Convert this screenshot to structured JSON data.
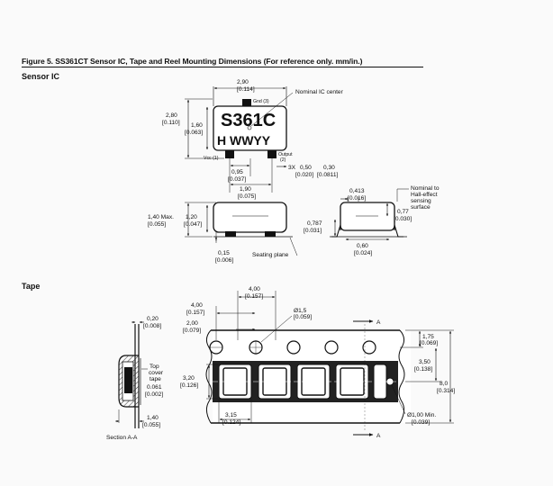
{
  "figure": {
    "title": "Figure 5. SS361CT Sensor IC, Tape and Reel Mounting Dimensions (For reference only. mm/in.)"
  },
  "sections": {
    "sensor_ic": "Sensor IC",
    "tape": "Tape"
  },
  "ic_top_view": {
    "marking_line1": "S361C",
    "marking_line2": "H WWYY",
    "width_mm": "2,90",
    "width_in": "[0.114]",
    "height_mm": "2,80",
    "height_in": "[0.110]",
    "body_height_mm": "1,60",
    "body_height_in": "[0.063]",
    "pin_gnd": "Gnd (3)",
    "pin_vcc": "Vcc (1)",
    "pin_output": "Output",
    "pin_output_num": "(2)",
    "nominal_center": "Nominal IC center",
    "pitch_mm": "0,95",
    "pitch_in": "[0.037]",
    "span_mm": "1,90",
    "span_in": "[0.075]",
    "lead_count": "3X",
    "lead_a_mm": "0,50",
    "lead_a_in": "[0.020]",
    "lead_b_mm": "0,30",
    "lead_b_in": "[0.0811]"
  },
  "ic_side_view": {
    "max_height_label": "1,40 Max.",
    "max_height_in": "[0.055]",
    "body_h_mm": "1,20",
    "body_h_in": "[0.047]",
    "standoff_mm": "0,15",
    "standoff_in": "[0.006]",
    "seating_plane": "Seating plane"
  },
  "ic_end_view": {
    "top_mm": "0,413",
    "top_in": "[0.016]",
    "lead_mm": "0,787",
    "lead_in": "[0.031]",
    "sense_mm": "0,77",
    "sense_in": "[0.030]",
    "foot_mm": "0,60",
    "foot_in": "[0.024]",
    "nominal_hall": [
      "Nominal to",
      "Hall-effect",
      "sensing",
      "surface"
    ]
  },
  "tape_view": {
    "pitch_mm": "4,00",
    "pitch_in": "[0.157]",
    "pitch2_mm": "4,00",
    "pitch2_in": "[0.157]",
    "pitch3_mm": "2,00",
    "pitch3_in": "[0.079]",
    "hole_mm": "Ø1,5",
    "hole_in": "[0.059]",
    "section_mark": "A",
    "edge_mm": "1,75",
    "edge_in": "[0.069]",
    "pocket_off_mm": "3,50",
    "pocket_off_in": "[0.138]",
    "width_mm": "8,0",
    "width_in": "[0.314]",
    "pocket_w_mm": "3,20",
    "pocket_w_in": "[0.126]",
    "pocket_l_mm": "3,15",
    "pocket_l_in": "[0.124]",
    "hole_min_mm": "Ø1,00 Min.",
    "hole_min_in": "[0.039]"
  },
  "tape_section": {
    "thick_mm": "0,20",
    "thick_in": "[0.008]",
    "cover_label": [
      "Top",
      "cover",
      "tape"
    ],
    "cover_mm": "0.061",
    "cover_in": "[0.002]",
    "depth_mm": "1,40",
    "depth_in": "[0.055]",
    "section_label": "Section A-A"
  }
}
